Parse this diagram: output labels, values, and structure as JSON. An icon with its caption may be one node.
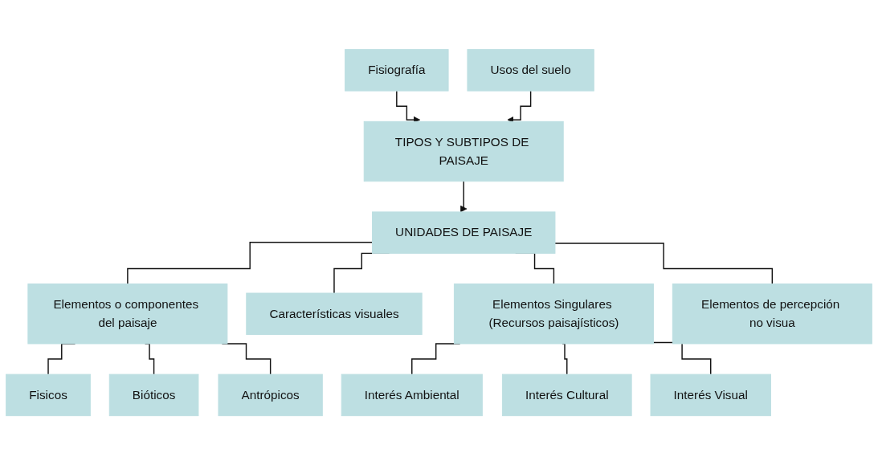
{
  "diagram": {
    "nodes": [
      {
        "text": [
          "Fisiografía"
        ]
      },
      {
        "text": [
          "Usos del suelo"
        ]
      },
      {
        "text": [
          "TIPOS Y SUBTIPOS DE PAISAJE"
        ]
      },
      {
        "text": [
          "UNIDADES DE PAISAJE"
        ]
      },
      {
        "text": [
          "Elementos o componentes del paisaje"
        ]
      },
      {
        "text": [
          "Características visuales"
        ]
      },
      {
        "text": [
          "Elementos Singulares (Recursos paisajísticos)"
        ]
      },
      {
        "text": [
          "Elementos de percepción no visua"
        ]
      },
      {
        "text": [
          "Interés Ambiental"
        ]
      },
      {
        "text": [
          "Interés Cultural"
        ]
      },
      {
        "text": [
          "Interés Visual"
        ]
      },
      {
        "text": [
          "Fisicos"
        ]
      },
      {
        "text": [
          "Bióticos"
        ]
      },
      {
        "text": [
          "Antrópicos"
        ]
      }
    ],
    "edges": [
      {
        "from": 0,
        "to": 2,
        "arrow": "to"
      },
      {
        "from": 1,
        "to": 2,
        "arrow": "to"
      },
      {
        "from": 2,
        "to": 3,
        "arrow": "to"
      },
      {
        "from": 3,
        "to": 4,
        "arrow": "none"
      },
      {
        "from": 3,
        "to": 5,
        "arrow": "none"
      },
      {
        "from": 3,
        "to": 6,
        "arrow": "none"
      },
      {
        "from": 3,
        "to": 7,
        "arrow": "none"
      },
      {
        "from": 6,
        "to": 8,
        "arrow": "none"
      },
      {
        "from": 6,
        "to": 9,
        "arrow": "none"
      },
      {
        "from": 6,
        "to": 10,
        "arrow": "none"
      },
      {
        "from": 4,
        "to": 11,
        "arrow": "none"
      },
      {
        "from": 4,
        "to": 12,
        "arrow": "none"
      },
      {
        "from": 4,
        "to": 13,
        "arrow": "none"
      }
    ]
  }
}
